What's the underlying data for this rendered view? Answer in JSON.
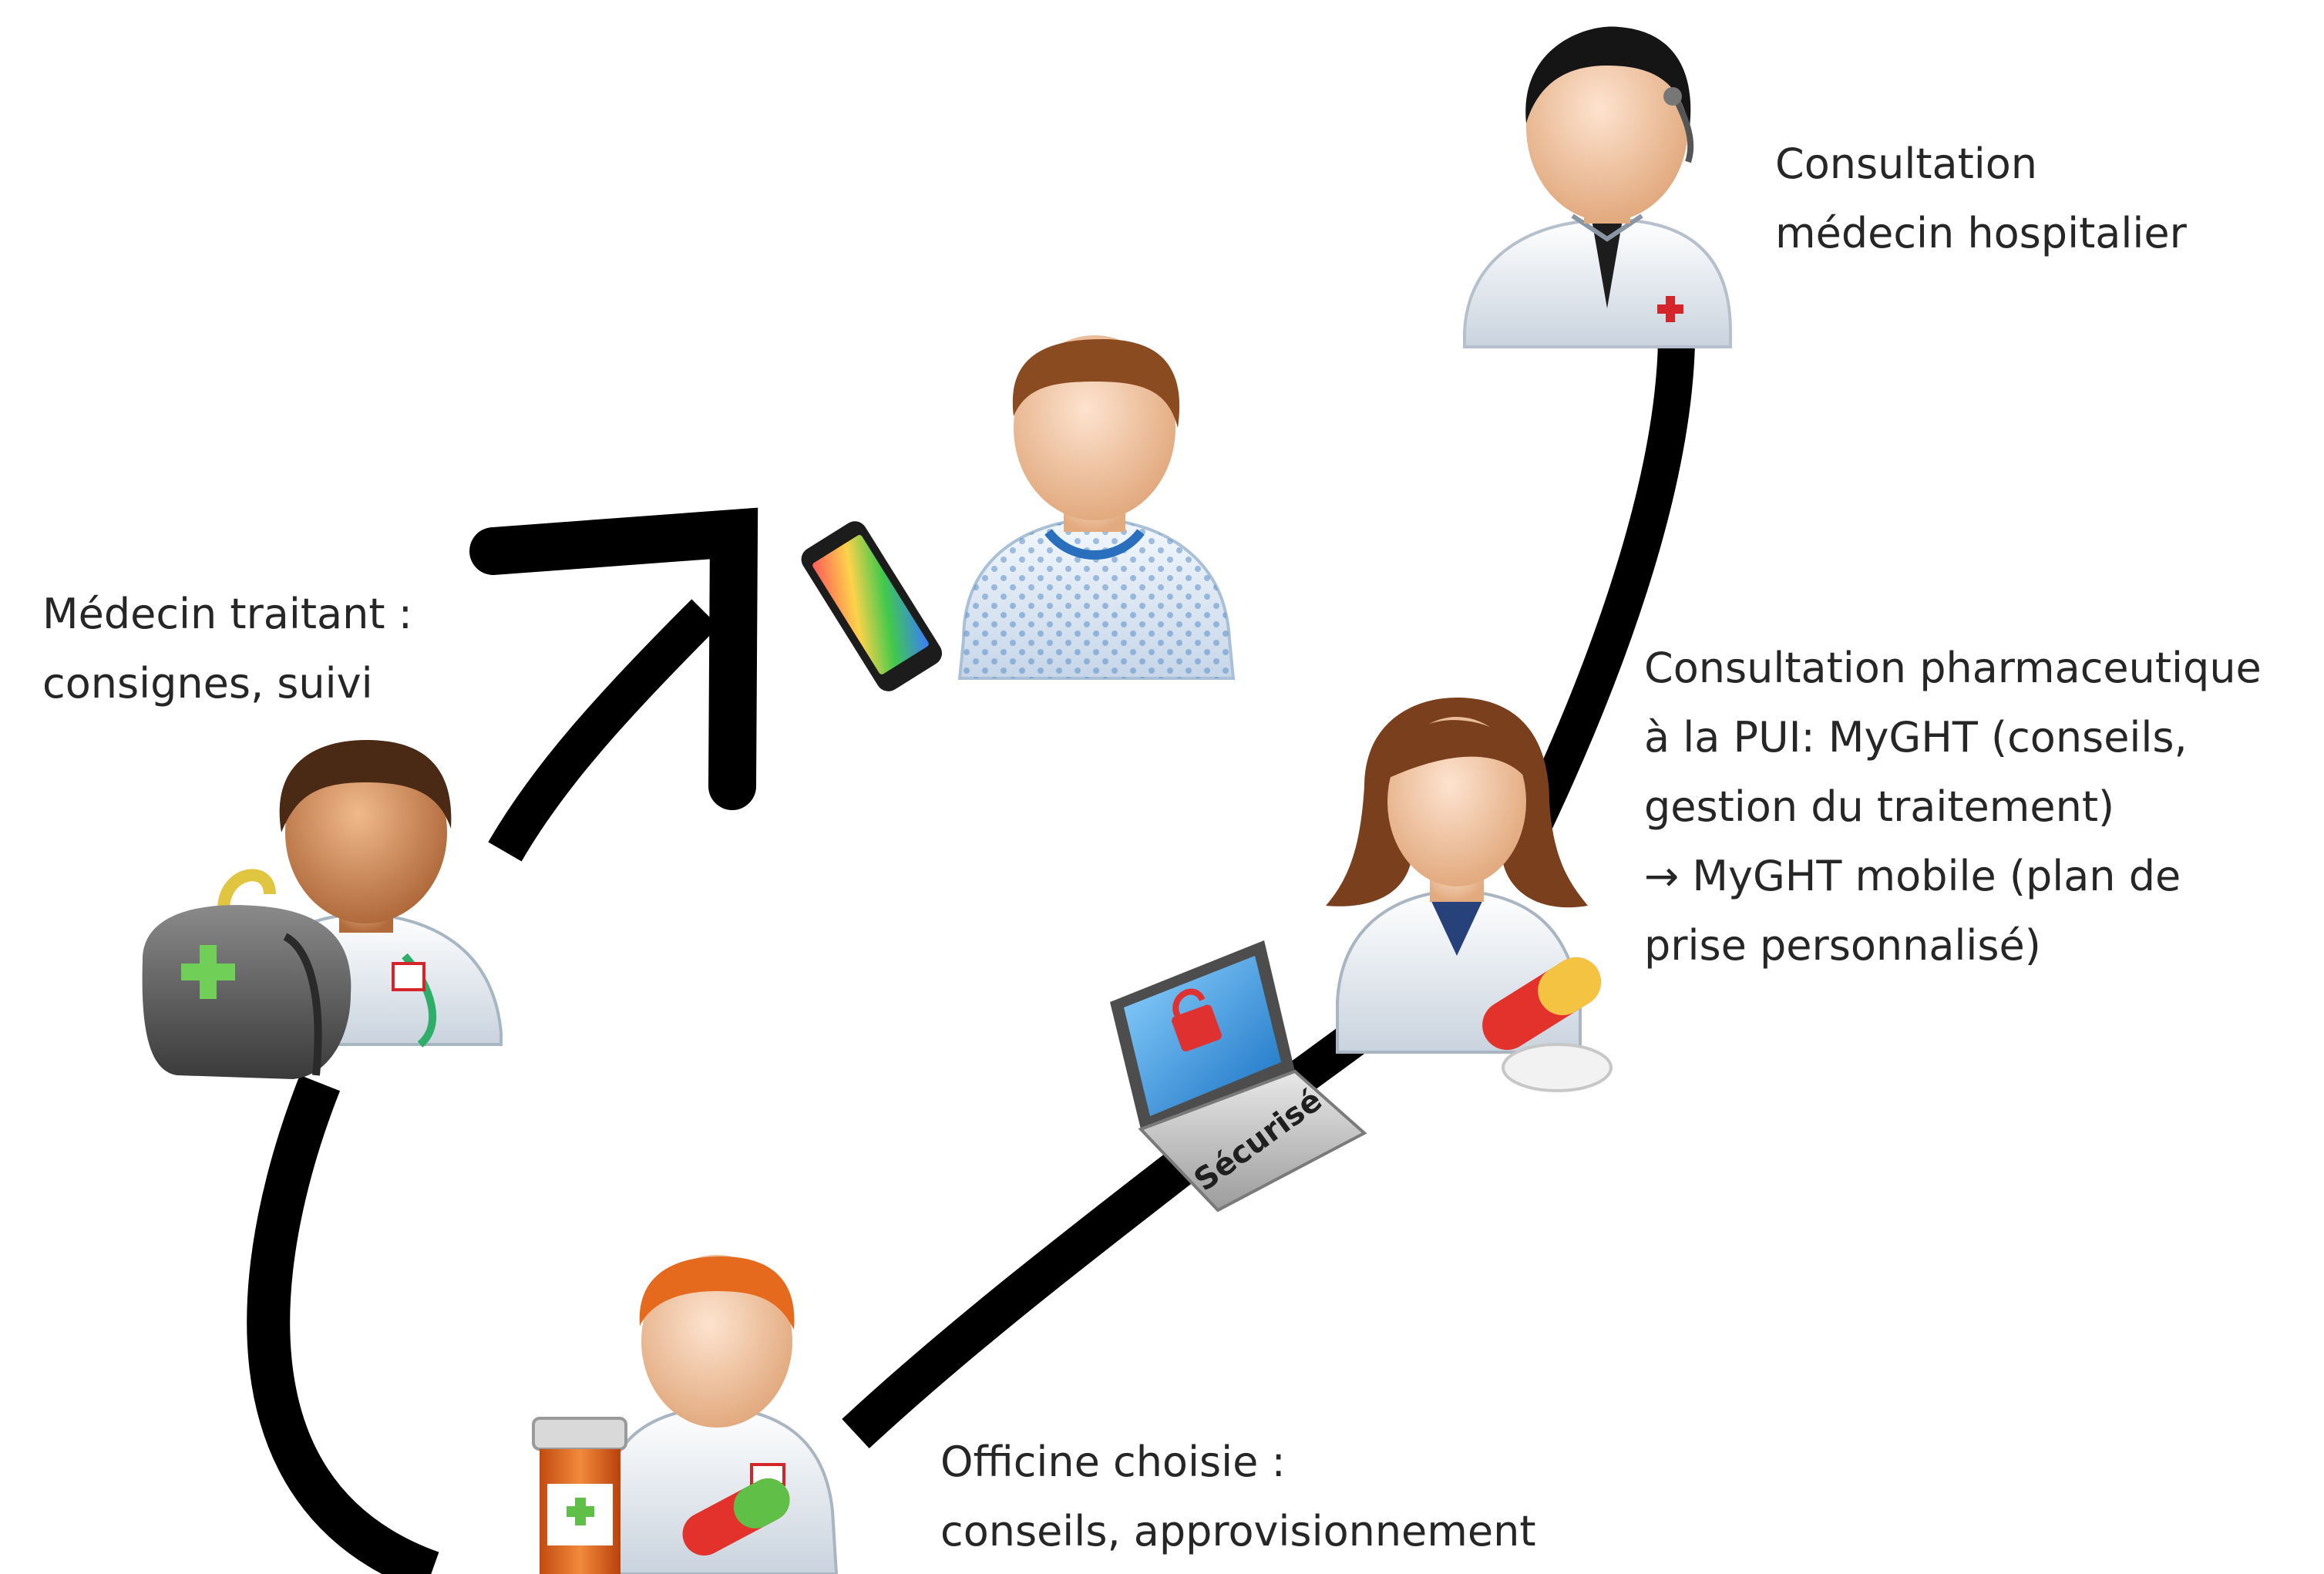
{
  "labels": {
    "hospital": {
      "line1": "Consultation",
      "line2": "médecin hospitalier"
    },
    "treating": {
      "line1": "Médecin traitant :",
      "line2": "consignes, suivi"
    },
    "pharmacy": {
      "line1": "Consultation pharmaceutique",
      "line2": "à la PUI:  MyGHT (conseils,",
      "line3": "gestion du traitement)",
      "line4": "→ MyGHT mobile (plan de",
      "line5": "prise personnalisé)"
    },
    "officine": {
      "line1": "Officine choisie :",
      "line2": "conseils, approvisionnement"
    }
  },
  "laptop_tag": "Sécurisé",
  "icons": [
    "hospital-doctor-icon",
    "patient-icon",
    "smartphone-icon",
    "general-practitioner-icon",
    "medical-bag-icon",
    "hospital-pharmacist-icon",
    "pills-icon",
    "laptop-lock-icon",
    "community-pharmacist-icon",
    "medicine-bottle-icon"
  ],
  "colors": {
    "path": "#000000",
    "text": "#262626",
    "skin": "#f3c9a8",
    "skin_dark": "#d79c6d",
    "coat": "#eef3f8",
    "accent_red": "#d4252a",
    "screen_blue": "#1e88d8"
  }
}
